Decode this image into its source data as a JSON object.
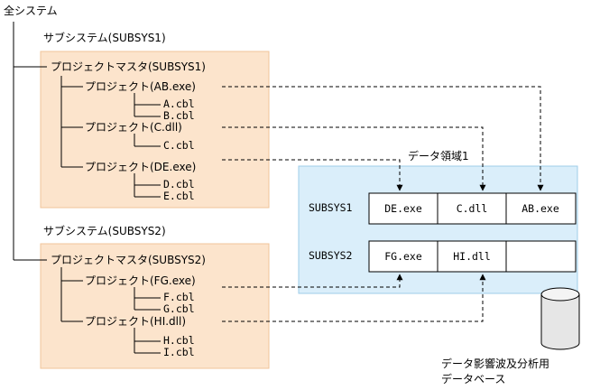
{
  "root_label": "全システム",
  "subsystems": [
    {
      "label": "サブシステム(SUBSYS1)",
      "master": "プロジェクトマスタ(SUBSYS1)",
      "projects": [
        {
          "label": "プロジェクト(AB.exe)",
          "files": [
            "A.cbl",
            "B.cbl"
          ]
        },
        {
          "label": "プロジェクト(C.dll)",
          "files": [
            "C.cbl"
          ]
        },
        {
          "label": "プロジェクト(DE.exe)",
          "files": [
            "D.cbl",
            "E.cbl"
          ]
        }
      ]
    },
    {
      "label": "サブシステム(SUBSYS2)",
      "master": "プロジェクトマスタ(SUBSYS2)",
      "projects": [
        {
          "label": "プロジェクト(FG.exe)",
          "files": [
            "F.cbl",
            "G.cbl"
          ]
        },
        {
          "label": "プロジェクト(HI.dll)",
          "files": [
            "H.cbl",
            "I.cbl"
          ]
        }
      ]
    }
  ],
  "data_area": {
    "title": "データ領域1",
    "rows": [
      {
        "label": "SUBSYS1",
        "cells": [
          "DE.exe",
          "C.dll",
          "AB.exe"
        ]
      },
      {
        "label": "SUBSYS2",
        "cells": [
          "FG.exe",
          "HI.dll",
          ""
        ]
      }
    ]
  },
  "database": {
    "label_line1": "データ影響波及分析用",
    "label_line2": "データベース"
  },
  "colors": {
    "master_fill": "#fce4cc",
    "master_border": "#f0c49a",
    "area_fill": "#daeefa",
    "area_border": "#9fcde8",
    "line": "#000000"
  }
}
